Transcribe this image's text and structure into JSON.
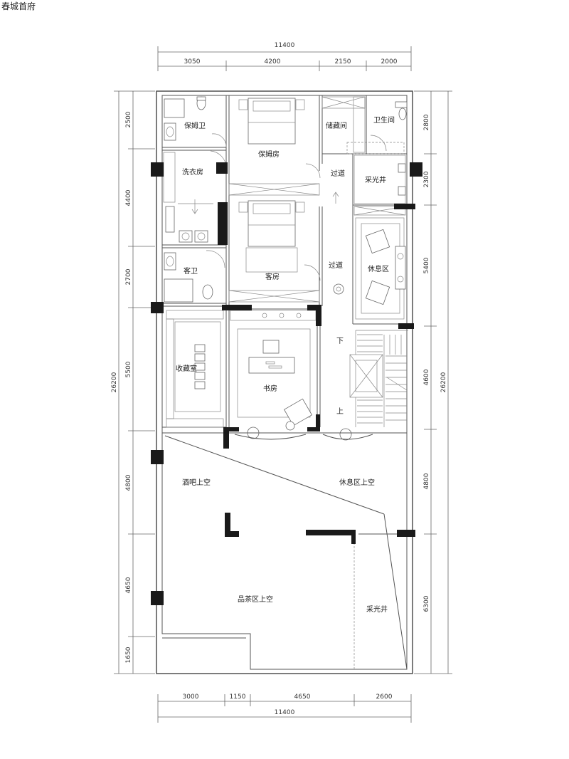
{
  "title": "春城首府",
  "dimensions": {
    "top_total": "11400",
    "top_segments": [
      "3050",
      "4200",
      "2150",
      "2000"
    ],
    "bottom_total": "11400",
    "bottom_segments": [
      "3000",
      "1150",
      "4650",
      "2600"
    ],
    "left_total": "26200",
    "left_segments": [
      "2500",
      "4400",
      "2700",
      "5500",
      "4800",
      "4650",
      "1650"
    ],
    "right_total": "26200",
    "right_segments": [
      "2800",
      "2300",
      "5400",
      "4600",
      "4800",
      "6300"
    ]
  },
  "rooms": {
    "maid_bath": "保姆卫",
    "maid_room": "保姆房",
    "storage": "储藏间",
    "wc": "卫生间",
    "laundry": "洗衣房",
    "corridor_1": "过道",
    "lightwell_1": "采光井",
    "guest_bath": "客卫",
    "guest_room": "客房",
    "corridor_2": "过道",
    "lounge": "休息区",
    "collection": "收藏室",
    "study": "书房",
    "stair_down": "下",
    "stair_up": "上",
    "bar_void": "酒吧上空",
    "lounge_void": "休息区上空",
    "tea_void": "品茶区上空",
    "lightwell_2": "采光井"
  },
  "colors": {
    "line": "#555555",
    "wall_fill": "#1a1a1a",
    "dim_line": "#666666",
    "text": "#222222"
  }
}
